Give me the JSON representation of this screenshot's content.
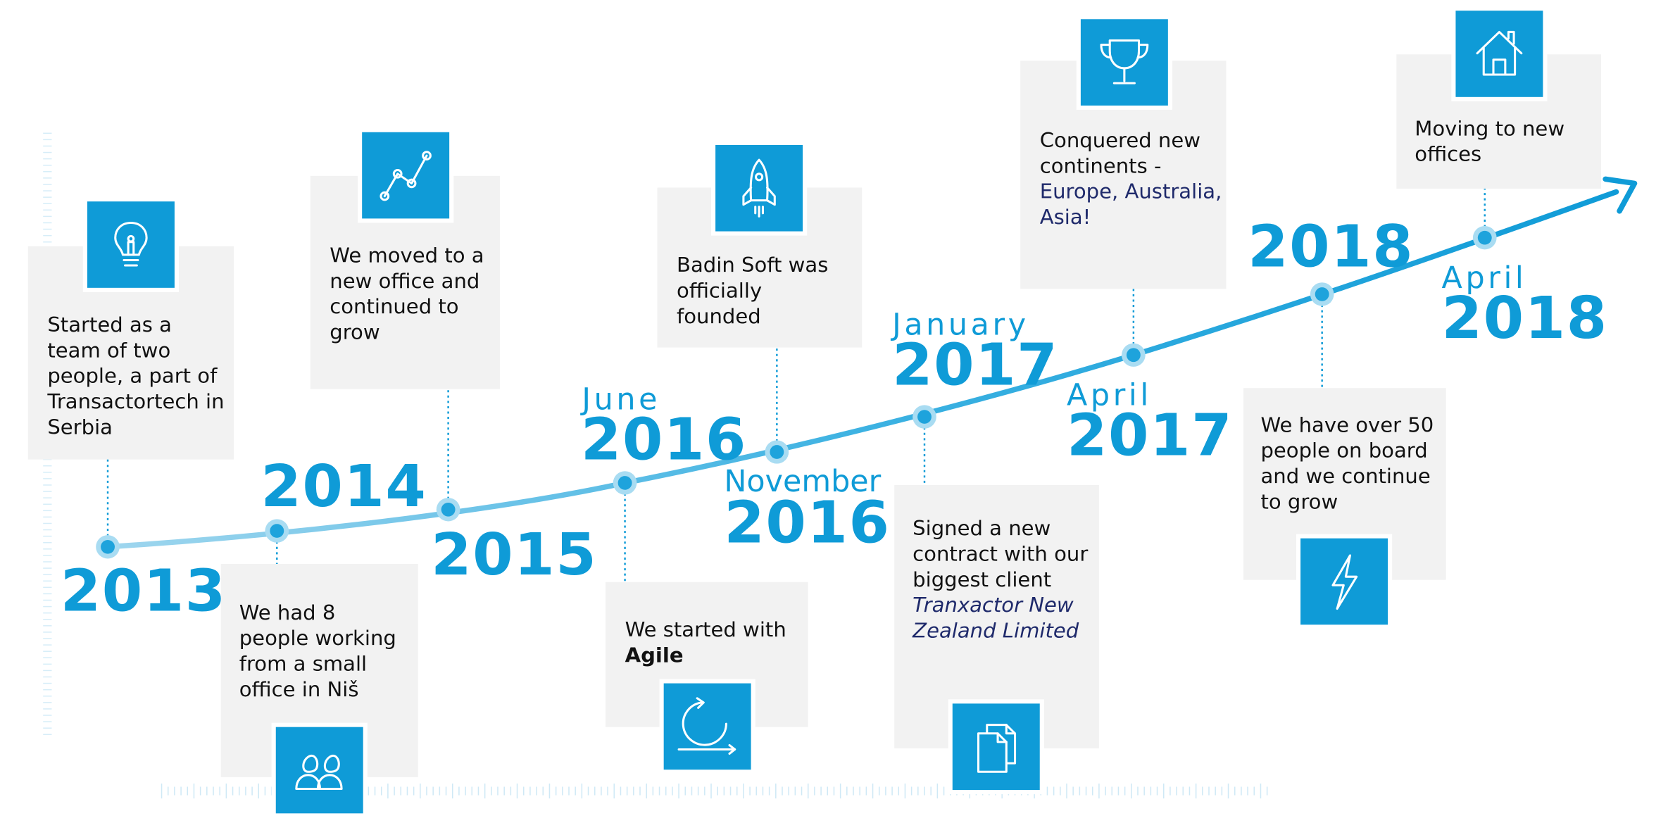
{
  "colors": {
    "accent": "#0f9bd7",
    "card_bg": "#f2f2f2",
    "text": "#111111",
    "highlight": "#1f2a6b"
  },
  "years": {
    "y2013": "2013",
    "y2014": "2014",
    "y2015": "2015",
    "y2016_june": "2016",
    "y2016_nov": "2016",
    "y2017_jan": "2017",
    "y2017_apr": "2017",
    "y2018": "2018",
    "y2018_apr": "2018"
  },
  "months": {
    "june": "June",
    "november": "November",
    "january": "January",
    "april_2017": "April",
    "april_2018": "April"
  },
  "events": {
    "e2013": "Started as a team of two people, a part of Transactortech in Serbia",
    "e2014": "We had 8 people working from a small office in Niš",
    "e2015": "We moved to a new office and continued to grow",
    "june2016_prefix": "We started with",
    "june2016_bold": "Agile",
    "nov2016": "Badin Soft was officially founded",
    "jan2017_prefix": "Signed a new contract with our biggest client",
    "jan2017_client": "Tranxactor New Zealand Limited",
    "apr2017_prefix": "Conquered new continents -",
    "apr2017_highlight": "Europe, Australia, Asia!",
    "e2018": "We have over 50 people on board and we continue to grow",
    "apr2018": "Moving to new offices"
  },
  "icons": {
    "e2013": "lightbulb-icon",
    "e2014": "users-icon",
    "e2015": "line-chart-icon",
    "june2016": "cycle-icon",
    "nov2016": "rocket-icon",
    "jan2017": "documents-icon",
    "apr2017": "trophy-icon",
    "e2018": "lightning-icon",
    "apr2018": "house-icon"
  }
}
